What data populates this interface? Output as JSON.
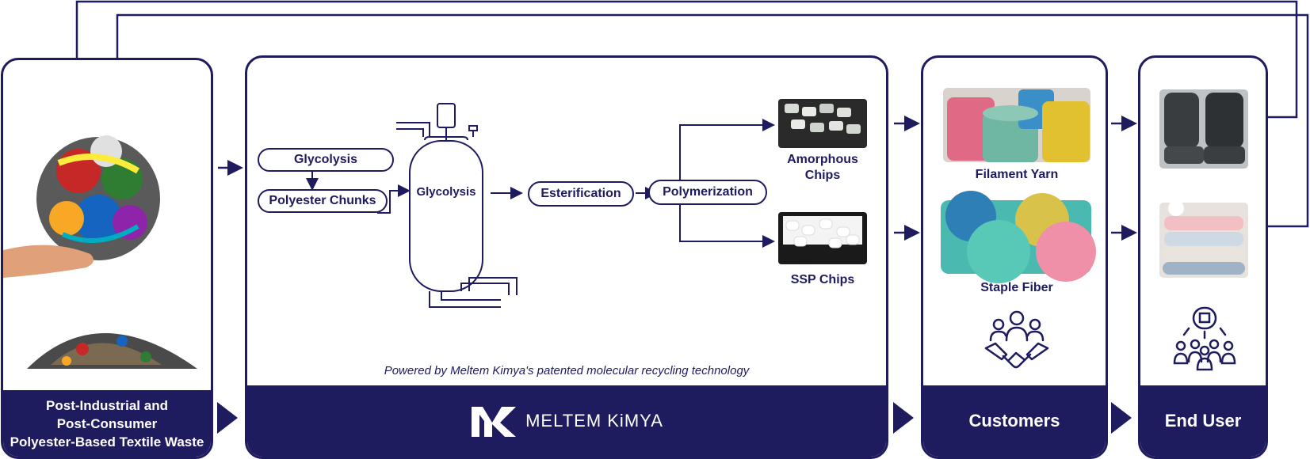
{
  "waste": {
    "title": "Post-Industrial and\nPost-Consumer\nPolyester-Based Textile Waste",
    "icon": "textile-waste-image"
  },
  "process": {
    "glycolysis_label": "Glycolysis",
    "chunks_label": "Polyester Chunks",
    "reactor_label": "Glycolysis",
    "esterification_label": "Esterification",
    "polymerization_label": "Polymerization",
    "powered_by": "Powered by Meltem Kimya's patented molecular recycling technology",
    "brand": "MELTEM KiMYA"
  },
  "products": {
    "amorphous": "Amorphous\nChips",
    "ssp": "SSP Chips"
  },
  "customers": {
    "title": "Customers",
    "filament": "Filament Yarn",
    "staple": "Staple Fiber",
    "icon": "handshake-icon"
  },
  "end_user": {
    "title": "End User",
    "icon": "people-group-icon"
  },
  "colors": {
    "navy": "#1e1b5e"
  }
}
